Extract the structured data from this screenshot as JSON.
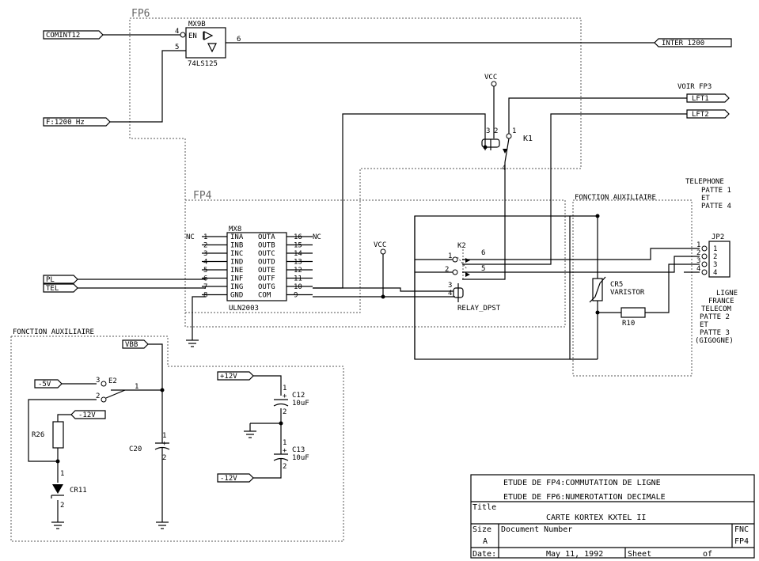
{
  "groups": {
    "fp6": "FP6",
    "fp4": "FP4",
    "aux1": "FONCTION AUXILIAIRE",
    "aux2": "FONCTION AUXILIAIRE"
  },
  "ports": {
    "comint12": "COMINT12",
    "f1200": "F:1200 Hz",
    "inter1200": "INTER 1200",
    "lft1": "LFT1",
    "lft2": "LFT2",
    "voir_fp3": "VOIR FP3",
    "pl": "PL",
    "tel": "TEL",
    "vbb": "VBB",
    "m5v": "-5V",
    "m12v_a": "-12V",
    "p12v": "+12V",
    "m12v_b": "-12V"
  },
  "mx9b": {
    "ref": "MX9B",
    "part": "74LS125",
    "en": "EN",
    "pin4": "4",
    "pin5": "5",
    "pin6": "6"
  },
  "mx8": {
    "ref": "MX8",
    "part": "ULN2003",
    "left_names": [
      "INA",
      "INB",
      "INC",
      "IND",
      "INE",
      "INF",
      "ING",
      "GND"
    ],
    "left_nums": [
      "1",
      "2",
      "3",
      "4",
      "5",
      "6",
      "7",
      "8"
    ],
    "right_names": [
      "OUTA",
      "OUTB",
      "OUTC",
      "OUTD",
      "OUTE",
      "OUTF",
      "OUTG",
      "COM"
    ],
    "right_nums": [
      "16",
      "15",
      "14",
      "13",
      "12",
      "11",
      "10",
      "9"
    ],
    "nc": "NC"
  },
  "k1": {
    "ref": "K1",
    "vcc": "VCC",
    "p3": "3",
    "p2": "2",
    "p1": "1",
    "p4": "4"
  },
  "k2": {
    "ref": "K2",
    "part": "RELAY_DPST",
    "vcc": "VCC",
    "p1": "1",
    "p2": "2",
    "p3": "3",
    "p4": "4",
    "p5": "5",
    "p6": "6"
  },
  "aux": {
    "cr5": "CR5",
    "varistor": "VARISTOR",
    "r10": "R10",
    "jp2": "JP2",
    "jp2_pins": [
      "1",
      "2",
      "3",
      "4"
    ],
    "tel_label": [
      "TELEPHONE",
      "PATTE 1",
      "ET",
      "PATTE 4"
    ],
    "ligne_label": [
      "LIGNE",
      "FRANCE",
      "TELECOM",
      "PATTE 2",
      "ET",
      "PATTE 3",
      "(GIGOGNE)"
    ]
  },
  "power": {
    "e2": "E2",
    "e2_p1": "1",
    "e2_p2": "2",
    "e2_p3": "3",
    "r26": "R26",
    "cr11": "CR11",
    "cr11_p1": "1",
    "cr11_p2": "2",
    "c20": "C20",
    "c20_p1": "1",
    "c20_p2": "2",
    "c12": "C12",
    "c12_val": "10uF",
    "c13": "C13",
    "c13_val": "10uF",
    "cp1": "1",
    "cp2": "2",
    "plus": "+"
  },
  "title_block": {
    "line1": "ETUDE DE FP4:COMMUTATION DE LIGNE",
    "line2": "ETUDE DE FP6:NUMEROTATION DECIMALE",
    "title_label": "Title",
    "title": "CARTE KORTEX KXTEL II",
    "size_label": "Size",
    "size": "A",
    "docnum_label": "Document Number",
    "fnc_label": "FNC",
    "fnc": "FP4",
    "date_label": "Date:",
    "date": "May 11, 1992",
    "sheet_label": "Sheet",
    "of_label": "of"
  }
}
